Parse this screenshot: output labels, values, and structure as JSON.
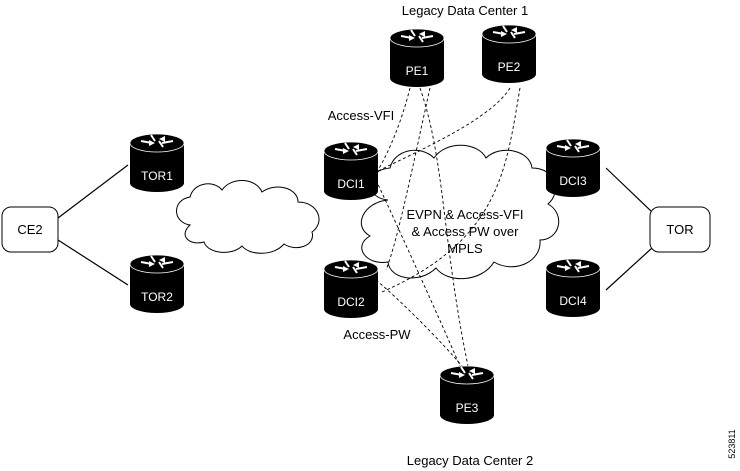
{
  "labels": {
    "legacy_dc1": "Legacy Data Center 1",
    "legacy_dc2": "Legacy Data Center 2",
    "access_vfi": "Access-VFI",
    "access_pw": "Access-PW",
    "figure_id": "523811"
  },
  "cloud_text": {
    "line1": "EVPN & Access-VFI",
    "line2": "& Access PW over",
    "line3": "MPLS"
  },
  "routers": {
    "pe1": "PE1",
    "pe2": "PE2",
    "pe3": "PE3",
    "tor1": "TOR1",
    "tor2": "TOR2",
    "dci1": "DCI1",
    "dci2": "DCI2",
    "dci3": "DCI3",
    "dci4": "DCI4"
  },
  "boxes": {
    "ce2": "CE2",
    "tor": "TOR"
  },
  "icons": {
    "router": "router-icon",
    "cloud": "cloud-icon"
  }
}
